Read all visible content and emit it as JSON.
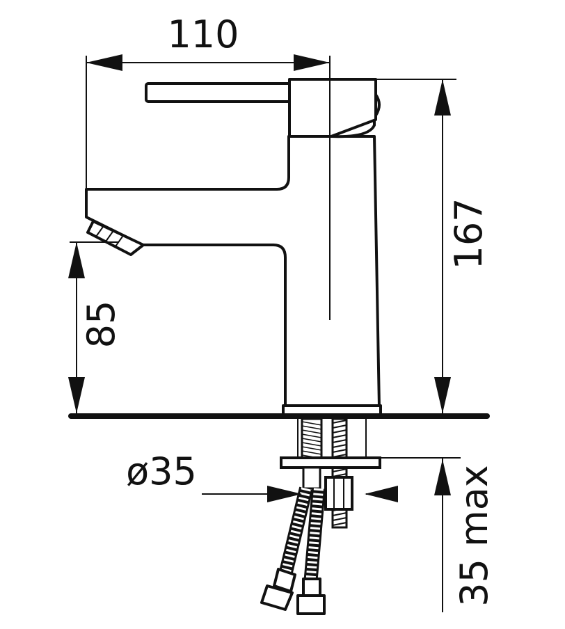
{
  "dimensions": {
    "width_label": "110",
    "height_label": "167",
    "spout_height_label": "85",
    "diameter_label": "ø35",
    "mount_label": "35 max"
  },
  "colors": {
    "ink": "#111111",
    "paper": "#ffffff"
  }
}
